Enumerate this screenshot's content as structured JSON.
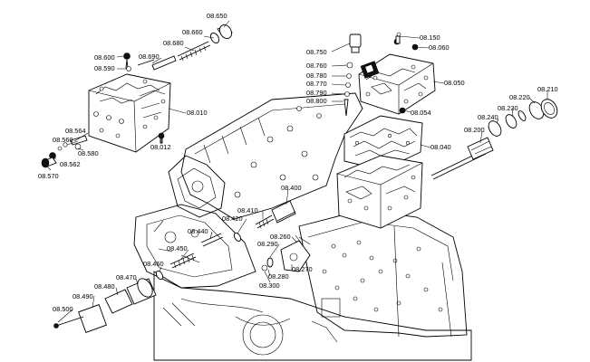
{
  "diagram": {
    "callouts": [
      {
        "id": "c08650",
        "text": "08.650"
      },
      {
        "id": "c08660",
        "text": "08.660"
      },
      {
        "id": "c08680",
        "text": "08.680"
      },
      {
        "id": "c08600",
        "text": "08.600"
      },
      {
        "id": "c08690",
        "text": "08.690"
      },
      {
        "id": "c08590",
        "text": "08.590"
      },
      {
        "id": "c08010",
        "text": "08.010"
      },
      {
        "id": "c08564",
        "text": "08.564"
      },
      {
        "id": "c08560",
        "text": "08.560"
      },
      {
        "id": "c08580",
        "text": "08.580"
      },
      {
        "id": "c08012",
        "text": "08.012"
      },
      {
        "id": "c08562",
        "text": "08.562"
      },
      {
        "id": "c08570",
        "text": "08.570"
      },
      {
        "id": "c08750",
        "text": "08.750"
      },
      {
        "id": "c08760",
        "text": "08.760"
      },
      {
        "id": "c08780",
        "text": "08.780"
      },
      {
        "id": "c08770",
        "text": "08.770"
      },
      {
        "id": "c08790",
        "text": "08.790"
      },
      {
        "id": "c08800",
        "text": "08.800"
      },
      {
        "id": "c08150",
        "text": "08.150"
      },
      {
        "id": "c08060",
        "text": "08.060"
      },
      {
        "id": "c08050",
        "text": "08.050"
      },
      {
        "id": "c08054",
        "text": "08.054"
      },
      {
        "id": "c08040",
        "text": "08.040"
      },
      {
        "id": "c08210",
        "text": "08.210"
      },
      {
        "id": "c08220",
        "text": "08.220"
      },
      {
        "id": "c08230",
        "text": "08.230"
      },
      {
        "id": "c08240",
        "text": "08.240"
      },
      {
        "id": "c08200",
        "text": "08.200"
      },
      {
        "id": "c08400",
        "text": "08.400"
      },
      {
        "id": "c08410",
        "text": "08.410"
      },
      {
        "id": "c08420",
        "text": "08.420"
      },
      {
        "id": "c08440",
        "text": "08.440"
      },
      {
        "id": "c08450",
        "text": "08.450"
      },
      {
        "id": "c08460",
        "text": "08.460"
      },
      {
        "id": "c08470",
        "text": "08.470"
      },
      {
        "id": "c08480",
        "text": "08.480"
      },
      {
        "id": "c08490",
        "text": "08.490"
      },
      {
        "id": "c08500",
        "text": "08.500"
      },
      {
        "id": "c08260",
        "text": "08.260"
      },
      {
        "id": "c08290",
        "text": "08.290"
      },
      {
        "id": "c08280",
        "text": "08.280"
      },
      {
        "id": "c08270",
        "text": "08.270"
      },
      {
        "id": "c08300",
        "text": "08.300"
      }
    ]
  }
}
